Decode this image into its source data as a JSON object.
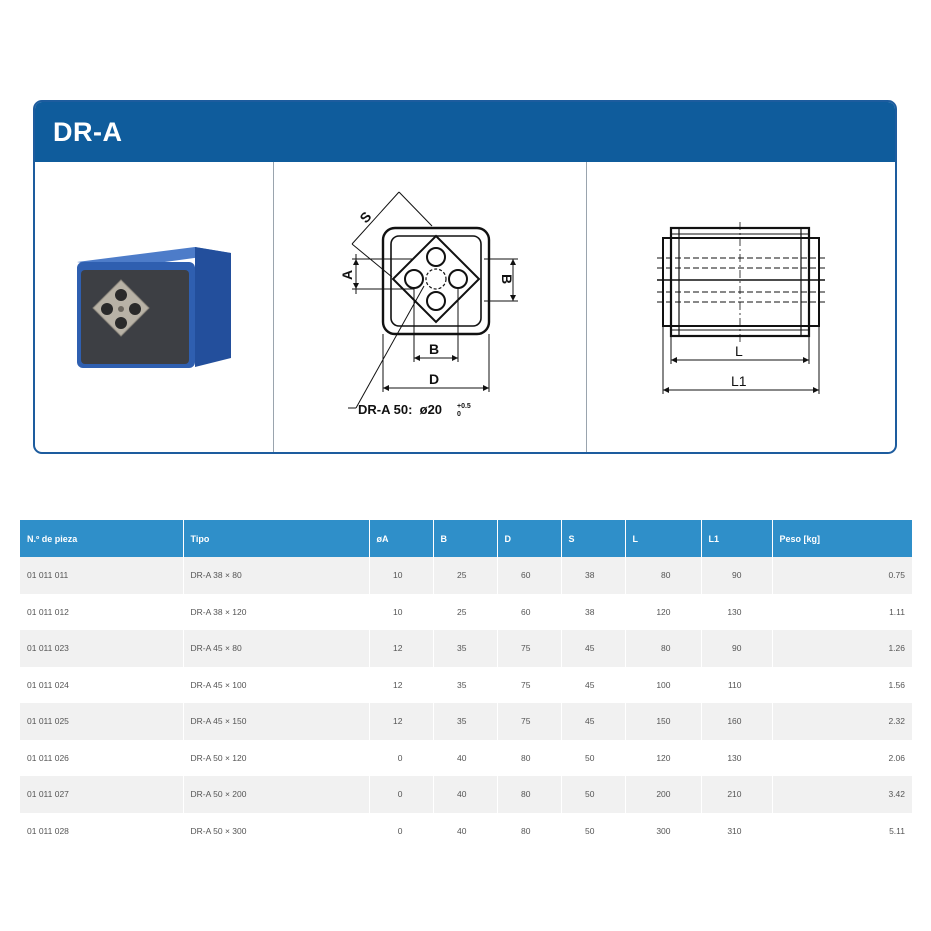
{
  "card": {
    "title": "DR-A",
    "drawing_front": {
      "label_s": "S",
      "label_a": "A",
      "label_b_side": "B",
      "label_b_bottom": "B",
      "label_d": "D",
      "callout": "DR-A 50:  ø20",
      "callout_tol_upper": "+0.5",
      "callout_tol_lower": "0"
    },
    "drawing_side": {
      "label_l": "L",
      "label_l1": "L1"
    }
  },
  "table": {
    "headers": [
      "N.º de pieza",
      "Tipo",
      "øA",
      "B",
      "D",
      "S",
      "L",
      "L1",
      "Peso [kg]"
    ],
    "rows": [
      [
        "01 011 011",
        "DR-A 38 × 80",
        "10",
        "25",
        "60",
        "38",
        "80",
        "90",
        "0.75"
      ],
      [
        "01 011 012",
        "DR-A 38 × 120",
        "10",
        "25",
        "60",
        "38",
        "120",
        "130",
        "1.11"
      ],
      [
        "01 011 023",
        "DR-A 45 × 80",
        "12",
        "35",
        "75",
        "45",
        "80",
        "90",
        "1.26"
      ],
      [
        "01 011 024",
        "DR-A 45 × 100",
        "12",
        "35",
        "75",
        "45",
        "100",
        "110",
        "1.56"
      ],
      [
        "01 011 025",
        "DR-A 45 × 150",
        "12",
        "35",
        "75",
        "45",
        "150",
        "160",
        "2.32"
      ],
      [
        "01 011 026",
        "DR-A 50 × 120",
        "0",
        "40",
        "80",
        "50",
        "120",
        "130",
        "2.06"
      ],
      [
        "01 011 027",
        "DR-A 50 × 200",
        "0",
        "40",
        "80",
        "50",
        "200",
        "210",
        "3.42"
      ],
      [
        "01 011 028",
        "DR-A 50 × 300",
        "0",
        "40",
        "80",
        "50",
        "300",
        "310",
        "5.11"
      ]
    ]
  },
  "colors": {
    "header_blue": "#0f5c9c",
    "table_header_blue": "#2f8fc9",
    "product_blue": "#2f5fb0"
  }
}
